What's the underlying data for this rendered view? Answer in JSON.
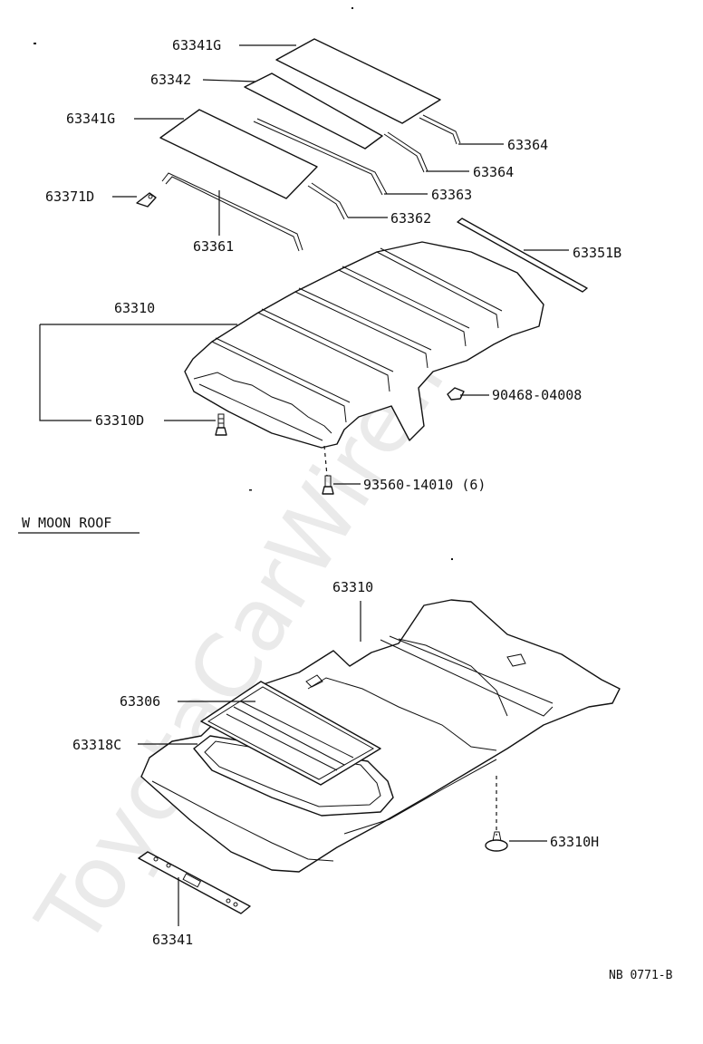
{
  "watermark": "ToyotaCarWire.ru",
  "section_title": "W MOON ROOF",
  "drawing_code": "NB 0771-B",
  "labels": {
    "p63341g_top": "63341G",
    "p63342": "63342",
    "p63341g_left": "63341G",
    "p63371d": "63371D",
    "p63361": "63361",
    "p63364_a": "63364",
    "p63364_b": "63364",
    "p63363": "63363",
    "p63362": "63362",
    "p63351b": "63351B",
    "p63310_top": "63310",
    "p63310d": "63310D",
    "p90468": "90468-04008",
    "p93560": "93560-14010 (6)",
    "p63310_bottom": "63310",
    "p63306": "63306",
    "p63318c": "63318C",
    "p63310h": "63310H",
    "p63341": "63341"
  }
}
